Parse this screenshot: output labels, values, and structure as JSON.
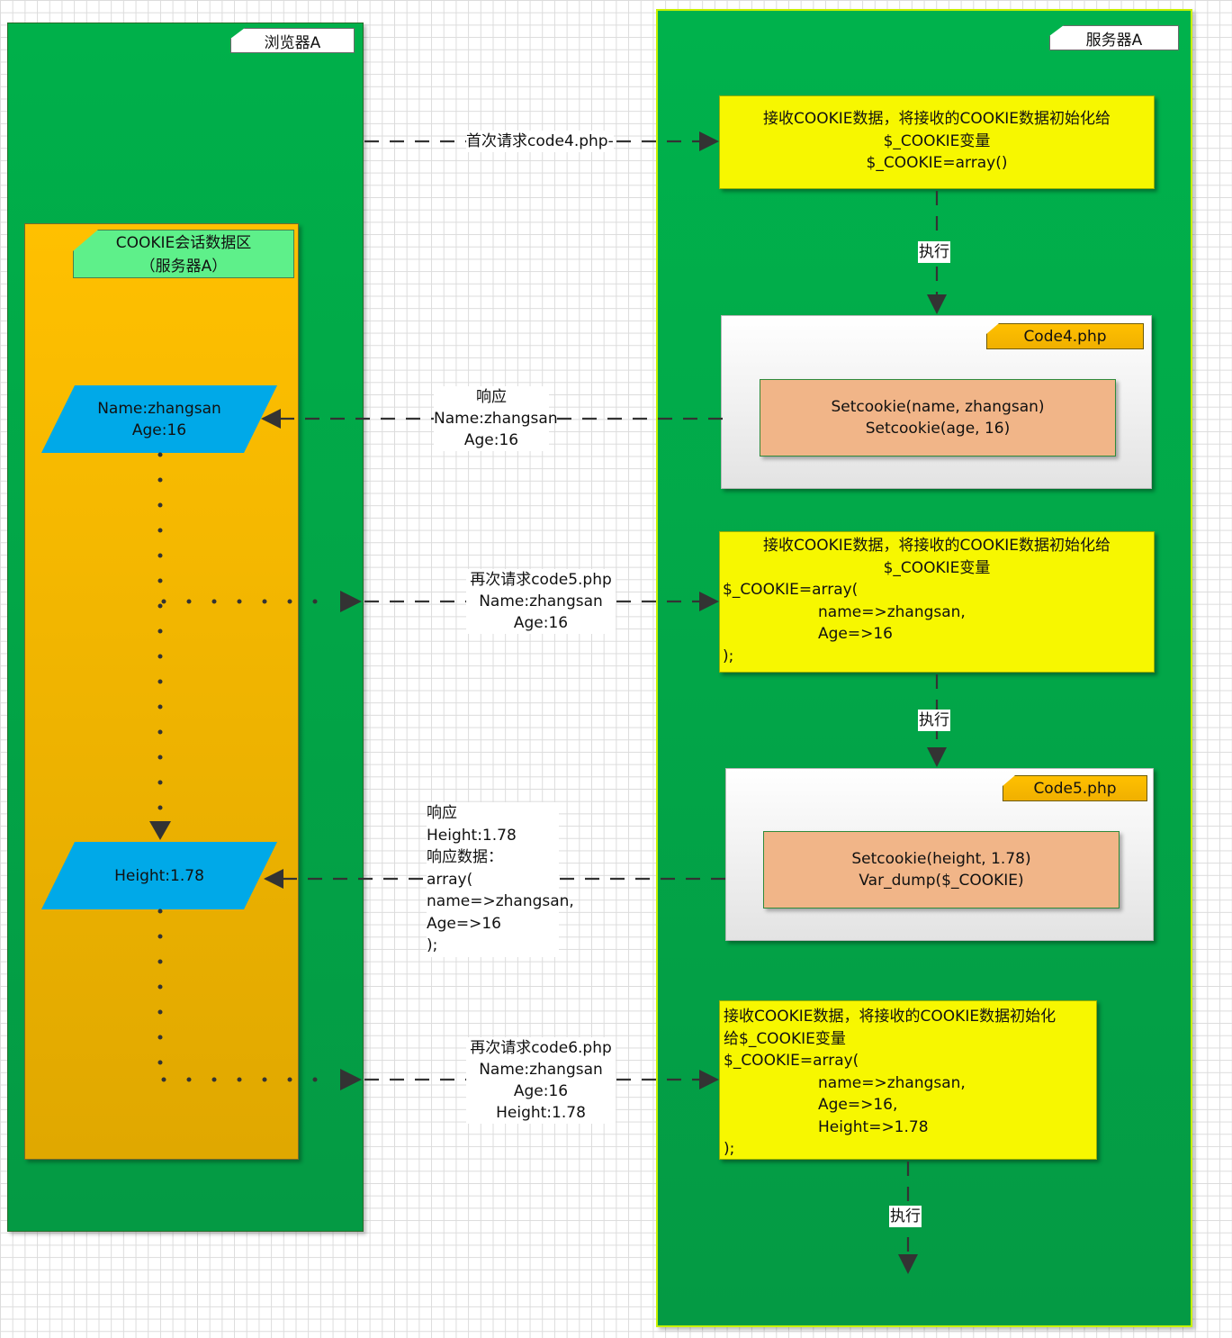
{
  "browser": {
    "title": "浏览器A"
  },
  "server": {
    "title": "服务器A"
  },
  "cookie_zone": {
    "line1": "COOKIE会话数据区",
    "line2": "（服务器A）"
  },
  "cookie_store1": {
    "line1": "Name:zhangsan",
    "line2": "Age:16"
  },
  "cookie_store2": {
    "line1": "Height:1.78"
  },
  "requests": {
    "first": "首次请求code4.php-",
    "second": [
      "再次请求code5.php",
      "Name:zhangsan",
      "Age:16"
    ],
    "third": [
      "再次请求code6.php",
      "Name:zhangsan",
      "Age:16",
      "Height:1.78"
    ]
  },
  "responses": {
    "first": [
      "响应",
      "Name:zhangsan",
      "Age:16"
    ],
    "second": [
      "响应",
      "Height:1.78",
      "响应数据：",
      "array(",
      "name=>zhangsan,",
      "Age=>16",
      ");"
    ]
  },
  "server_receive1": [
    "接收COOKIE数据，将接收的COOKIE数据初始化给",
    "$_COOKIE变量",
    "$_COOKIE=array()"
  ],
  "server_receive2": [
    "接收COOKIE数据，将接收的COOKIE数据初始化给",
    "$_COOKIE变量",
    "$_COOKIE=array(",
    "name=>zhangsan,",
    "Age=>16",
    ");"
  ],
  "server_receive3": [
    "接收COOKIE数据，将接收的COOKIE数据初始化",
    "给$_COOKIE变量",
    "$_COOKIE=array(",
    "name=>zhangsan,",
    "Age=>16,",
    "Height=>1.78",
    ");"
  ],
  "execute_label": "执行",
  "code4": {
    "title": "Code4.php",
    "lines": [
      "Setcookie(name, zhangsan)",
      "Setcookie(age, 16)"
    ]
  },
  "code5": {
    "title": "Code5.php",
    "lines": [
      "Setcookie(height,  1.78)",
      "Var_dump($_COOKIE)"
    ]
  }
}
